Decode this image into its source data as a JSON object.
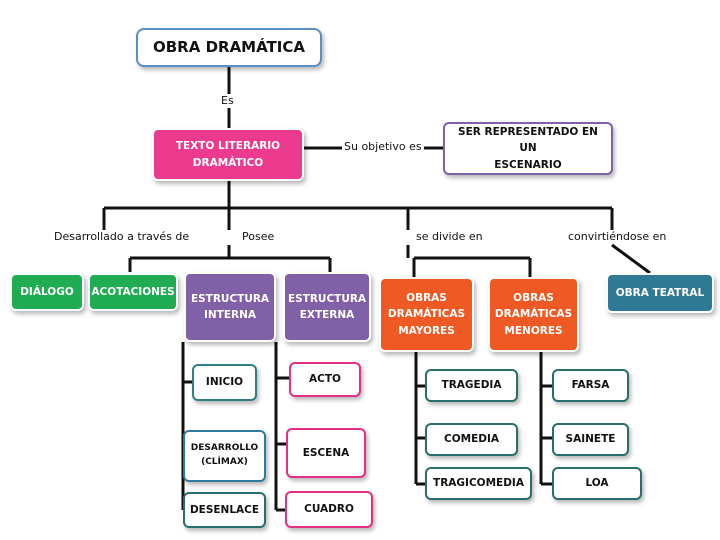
{
  "colors": {
    "title_border": "#5b8fc9",
    "pink": "#ec3a8e",
    "green": "#1fac52",
    "purple": "#8060a6",
    "orange": "#ef5a24",
    "teal": "#2e7a95",
    "outline_pink": "#e52e85",
    "outline_teal": "#2e8080",
    "outline_blue": "#2e7aa0",
    "outline_darkteal": "#286e6e"
  },
  "nodes": {
    "root": "OBRA DRAMÁTICA",
    "texto": "TEXTO LITERARIO\nDRAMÁTICO",
    "representado": "SER REPRESENTADO EN UN\nESCENARIO",
    "dialogo": "DIÁLOGO",
    "acotaciones": "ACOTACIONES",
    "interna": "ESTRUCTURA\nINTERNA",
    "externa": "ESTRUCTURA\nEXTERNA",
    "mayores": "OBRAS\nDRAMÁTICAS\nMAYORES",
    "menores": "OBRAS\nDRAMÁTICAS\nMENORES",
    "teatral": "OBRA TEATRAL",
    "inicio": "INICIO",
    "desarrollo": "DESARROLLO\n(CLÍMAX)",
    "desenlace": "DESENLACE",
    "acto": "ACTO",
    "escena": "ESCENA",
    "cuadro": "CUADRO",
    "tragedia": "TRAGEDIA",
    "comedia": "COMEDIA",
    "tragicomedia": "TRAGICOMEDIA",
    "farsa": "FARSA",
    "sainete": "SAINETE",
    "loa": "LOA"
  },
  "labels": {
    "es": "Es",
    "objetivo": "Su objetivo es",
    "desarrollado": "Desarrollado a través de",
    "posee": "Posee",
    "divide": "se divide en",
    "convirtiendose": "convirtiéndose en"
  }
}
